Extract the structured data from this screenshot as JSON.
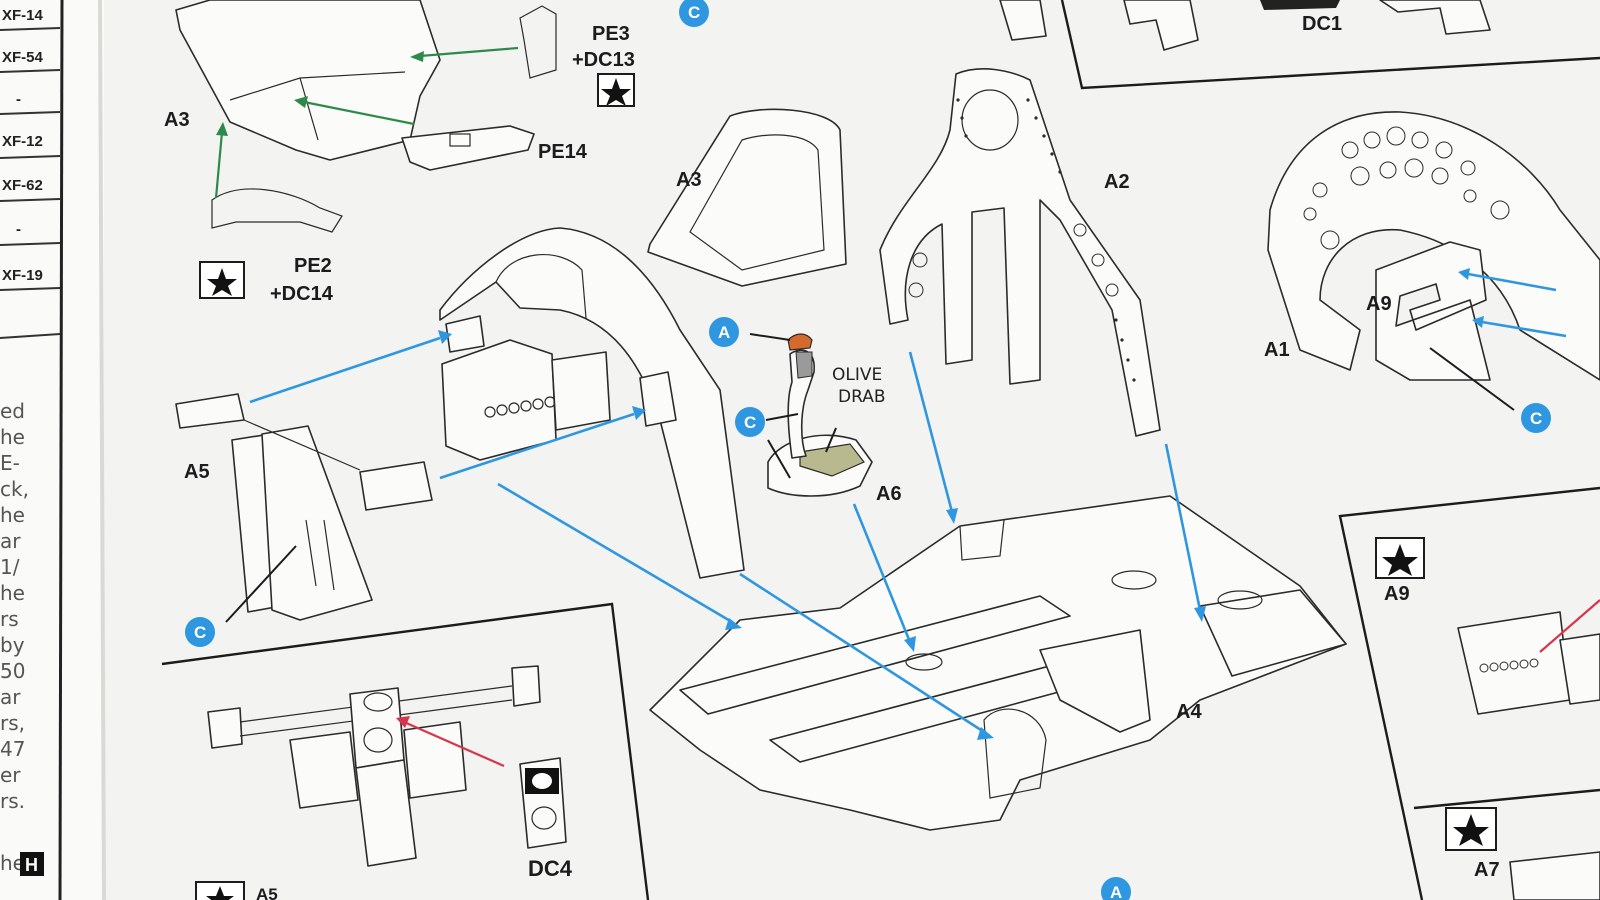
{
  "side_column": {
    "paint_codes": [
      "XF-14",
      "XF-54",
      "-",
      "XF-12",
      "XF-62",
      "-",
      "XF-19"
    ],
    "text_fragments": [
      "ed",
      "he",
      "E-",
      "ck,",
      "he",
      "ar",
      "1/",
      "he",
      "rs",
      "by",
      "50",
      "ar",
      "rs,",
      "47",
      "er",
      "rs."
    ],
    "bottom_fragment": "he"
  },
  "parts": {
    "a1": "A1",
    "a2": "A2",
    "a3_top": "A3",
    "a3_center": "A3",
    "a4": "A4",
    "a5": "A5",
    "a5_inset": "A5",
    "a6": "A6",
    "a7": "A7",
    "a9": "A9",
    "a9_box": "A9",
    "pe14": "PE14",
    "pe2": "PE2",
    "dc14": "+DC14",
    "pe3": "PE3",
    "dc13": "+DC13",
    "dc1": "DC1",
    "dc4": "DC4"
  },
  "color_callouts": [
    "C",
    "A",
    "C",
    "C",
    "C",
    "A"
  ],
  "paint_note": {
    "line1": "OLIVE",
    "line2": "DRAB"
  },
  "watermark": "H",
  "colors": {
    "paper": "#f3f3f1",
    "callout_blue": "#2f97e0",
    "arrow_blue": "#2f97e0",
    "arrow_green": "#2e8a4a",
    "arrow_red": "#d8344a",
    "olive_drab": "#b9b98f",
    "knob_orange": "#d66a2c"
  },
  "icons": [
    "star-icon",
    "star-icon",
    "star-icon",
    "star-icon"
  ]
}
